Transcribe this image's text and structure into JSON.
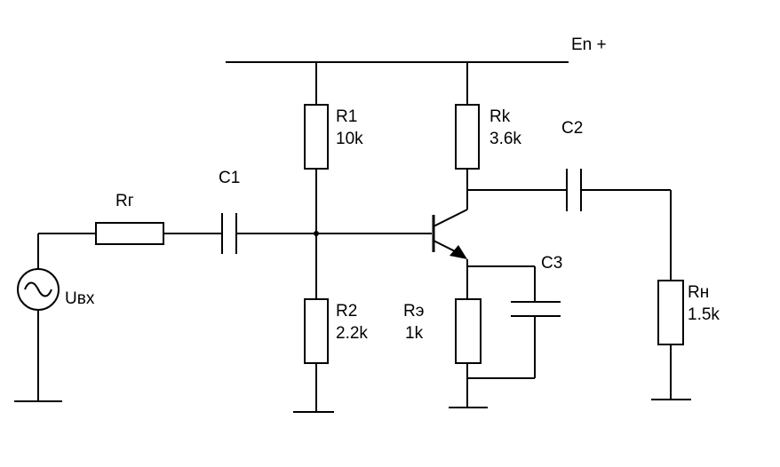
{
  "supply": {
    "label": "En +"
  },
  "generator": {
    "label": "Uвх",
    "resistor": "Rг"
  },
  "components": {
    "r1": {
      "name": "R1",
      "value": "10k"
    },
    "r2": {
      "name": "R2",
      "value": "2.2k"
    },
    "rk": {
      "name": "Rk",
      "value": "3.6k"
    },
    "re": {
      "name": "Rэ",
      "value": "1k"
    },
    "rn": {
      "name": "Rн",
      "value": "1.5k"
    },
    "c1": {
      "name": "C1"
    },
    "c2": {
      "name": "C2"
    },
    "c3": {
      "name": "C3"
    }
  },
  "icons": [
    "ac-source-icon",
    "npn-transistor-icon",
    "ground-icon"
  ]
}
